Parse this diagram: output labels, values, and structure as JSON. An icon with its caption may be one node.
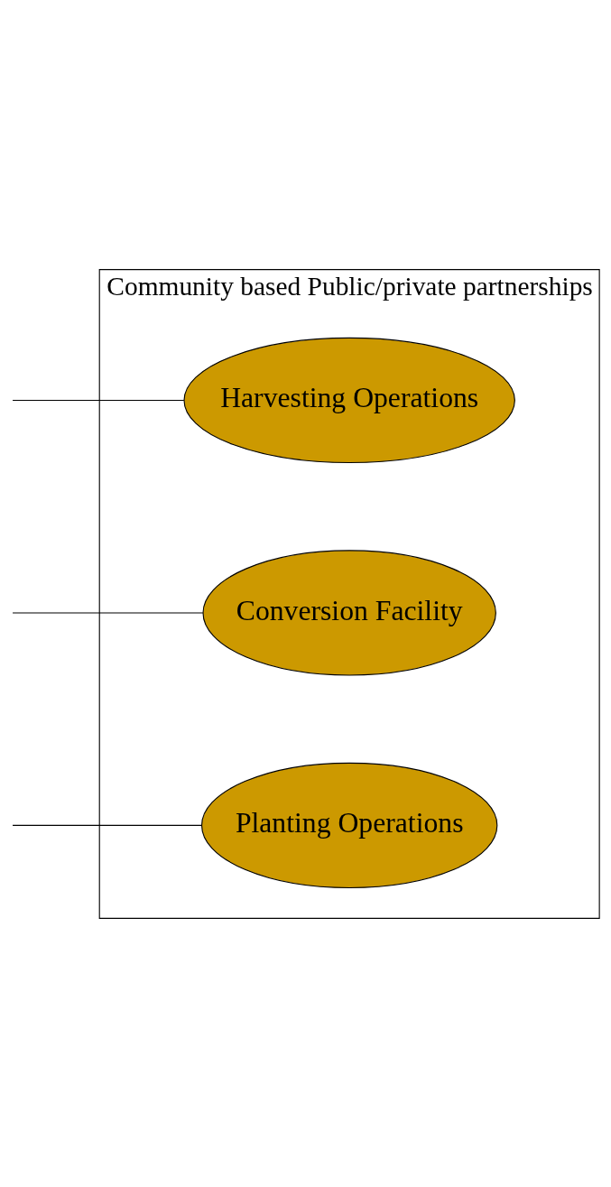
{
  "diagram": {
    "nodes": [
      {
        "text": [
          "Community based Public/private partnerships"
        ]
      },
      {
        "text": [
          "Harvesting Operations"
        ],
        "in": 0
      },
      {
        "text": [
          "Conversion Facility"
        ],
        "in": 0
      },
      {
        "text": [
          "Planting Operations"
        ],
        "in": 0
      }
    ],
    "edges": [
      {
        "from": null,
        "to": 1,
        "arrow": "none"
      },
      {
        "from": null,
        "to": 2,
        "arrow": "none"
      },
      {
        "from": null,
        "to": 3,
        "arrow": "none"
      }
    ]
  }
}
